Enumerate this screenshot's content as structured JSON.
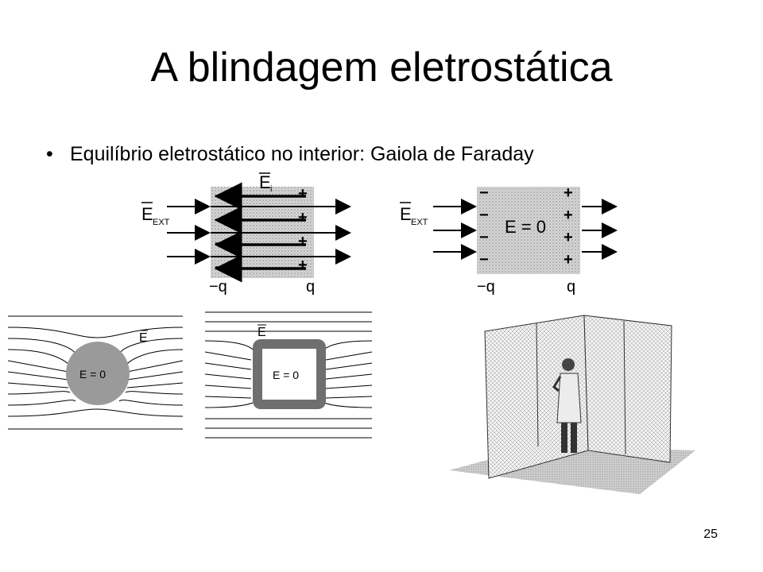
{
  "slide": {
    "title": "A blindagem eletrostática",
    "bullet": "Equilíbrio eletrostático no interior: Gaiola de Faraday",
    "page_number": "25"
  },
  "fig1": {
    "field_label": "E",
    "field_sub": "EXT",
    "inner_label": "E",
    "inner_sub": "i",
    "neg_charge": "−q",
    "pos_charge": "q"
  },
  "fig2": {
    "field_label": "E",
    "field_sub": "EXT",
    "inner_text": "E = 0",
    "neg_charge": "−q",
    "pos_charge": "q"
  },
  "fig3": {
    "field_label": "E",
    "inner_text": "E = 0"
  },
  "fig4": {
    "field_label": "E",
    "inner_text": "E = 0"
  },
  "fig5": {
    "description_icon": "faraday-cage-person-icon"
  }
}
